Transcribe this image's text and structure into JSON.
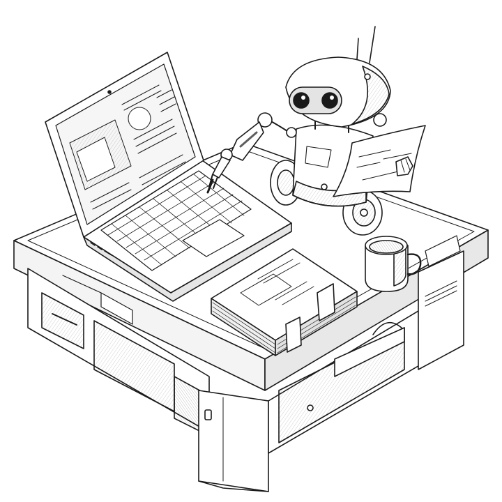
{
  "image": {
    "style": "black-and-white line illustration",
    "palette": {
      "ink": "#1a1a1a",
      "paper": "#ffffff",
      "shade_light": "#f1f1f1",
      "shade_mid": "#e2e2e2",
      "shade_dark": "#c9c9c9"
    },
    "objects": [
      "desk",
      "laptop",
      "robot",
      "document",
      "binder",
      "mug"
    ]
  }
}
